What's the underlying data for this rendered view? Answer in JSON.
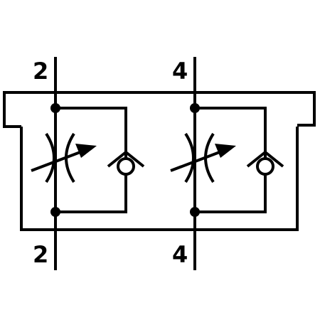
{
  "diagram": {
    "stroke_color": "#000000",
    "background": "#ffffff",
    "ports": {
      "left_top": "2",
      "left_bottom": "2",
      "right_top": "4",
      "right_bottom": "4"
    }
  }
}
